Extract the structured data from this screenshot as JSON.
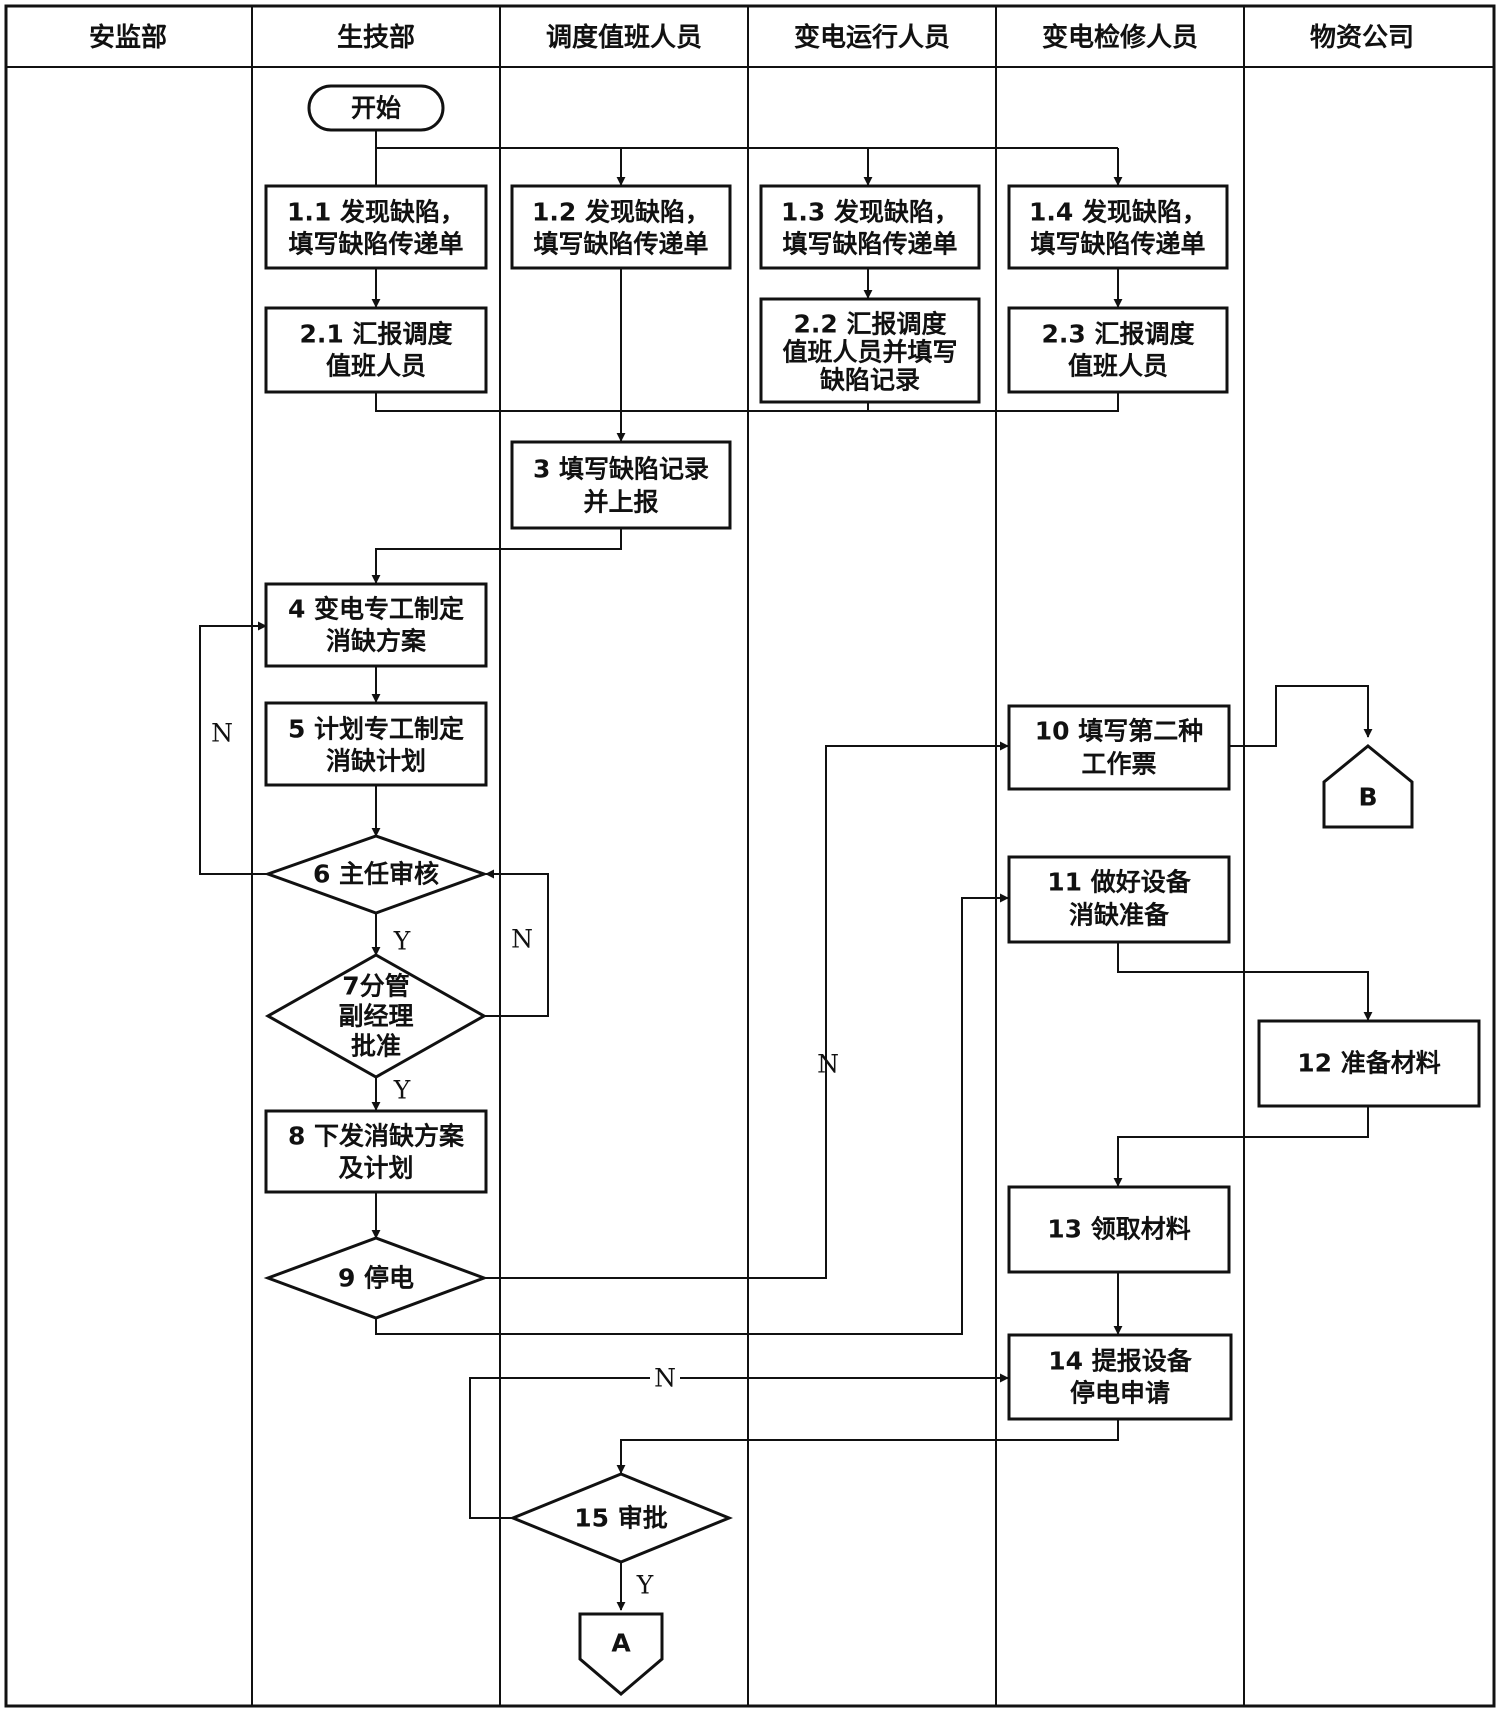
{
  "lanes": [
    {
      "id": "ajb",
      "title": "安监部"
    },
    {
      "id": "sjb",
      "title": "生技部"
    },
    {
      "id": "ddz",
      "title": "调度值班人员"
    },
    {
      "id": "byx",
      "title": "变电运行人员"
    },
    {
      "id": "bjx",
      "title": "变电检修人员"
    },
    {
      "id": "wzgs",
      "title": "物资公司"
    }
  ],
  "nodes": {
    "start": {
      "lines": [
        "开始"
      ]
    },
    "n11": {
      "lines": [
        "1.1 发现缺陷，",
        "填写缺陷传递单"
      ]
    },
    "n12": {
      "lines": [
        "1.2 发现缺陷，",
        "填写缺陷传递单"
      ]
    },
    "n13": {
      "lines": [
        "1.3 发现缺陷，",
        "填写缺陷传递单"
      ]
    },
    "n14": {
      "lines": [
        "1.4 发现缺陷，",
        "填写缺陷传递单"
      ]
    },
    "n21": {
      "lines": [
        "2.1 汇报调度",
        "值班人员"
      ]
    },
    "n22": {
      "lines": [
        "2.2  汇报调度",
        "值班人员并填写",
        "缺陷记录"
      ]
    },
    "n23": {
      "lines": [
        "2.3 汇报调度",
        "值班人员"
      ]
    },
    "n3": {
      "lines": [
        "3 填写缺陷记录",
        "并上报"
      ]
    },
    "n4": {
      "lines": [
        "4 变电专工制定",
        "消缺方案"
      ]
    },
    "n5": {
      "lines": [
        "5 计划专工制定",
        "消缺计划"
      ]
    },
    "n6": {
      "lines": [
        "6 主任审核"
      ]
    },
    "n7": {
      "lines": [
        "7分管",
        "副经理",
        "批准"
      ]
    },
    "n8": {
      "lines": [
        "8 下发消缺方案",
        "及计划"
      ]
    },
    "n9": {
      "lines": [
        "9 停电"
      ]
    },
    "n10": {
      "lines": [
        "10 填写第二种",
        "工作票"
      ]
    },
    "n11b": {
      "lines": [
        "11 做好设备",
        "消缺准备"
      ]
    },
    "n12b": {
      "lines": [
        "12 准备材料"
      ]
    },
    "n13b": {
      "lines": [
        "13 领取材料"
      ]
    },
    "n14b": {
      "lines": [
        "14 提报设备",
        "停电申请"
      ]
    },
    "n15": {
      "lines": [
        "15 审批"
      ]
    },
    "connB": {
      "lines": [
        "B"
      ]
    },
    "connA": {
      "lines": [
        "A"
      ]
    }
  },
  "edge_labels": {
    "n6_no": "N",
    "n6_yes": "Y",
    "n7_no": "N",
    "n7_yes": "Y",
    "n9_no": "N",
    "n15_no": "N",
    "n15_yes": "Y"
  }
}
